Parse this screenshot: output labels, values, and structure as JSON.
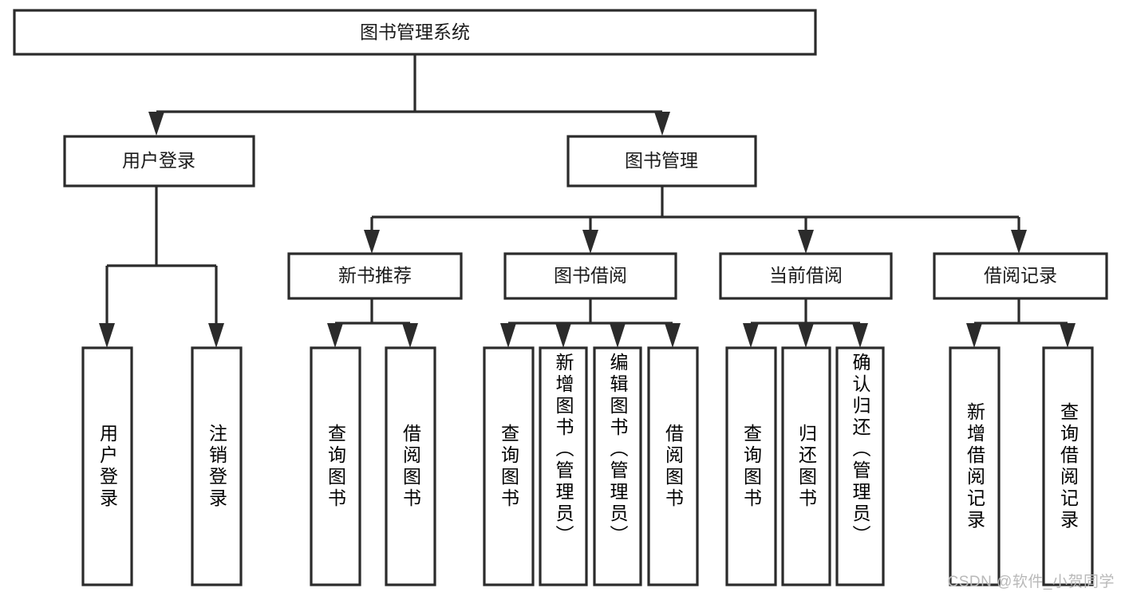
{
  "diagram": {
    "title": "图书管理系统",
    "type": "tree-hierarchy",
    "watermark": "CSDN @软件_小贺同学",
    "colors": {
      "stroke": "#2b2b2b",
      "node_fill": "#ffffff",
      "text": "#1a1a1a",
      "background": "#ffffff",
      "watermark": "#b9b9b9"
    },
    "levels": {
      "root": "图书管理系统",
      "level2": [
        "用户登录",
        "图书管理"
      ],
      "level3": [
        "新书推荐",
        "图书借阅",
        "当前借阅",
        "借阅记录"
      ]
    },
    "nodes": {
      "root": {
        "label": "图书管理系统",
        "orientation": "horizontal"
      },
      "user_login": {
        "label": "用户登录",
        "orientation": "horizontal"
      },
      "book_manage": {
        "label": "图书管理",
        "orientation": "horizontal"
      },
      "new_book_rec": {
        "label": "新书推荐",
        "orientation": "horizontal"
      },
      "book_borrow": {
        "label": "图书借阅",
        "orientation": "horizontal"
      },
      "current_borrow": {
        "label": "当前借阅",
        "orientation": "horizontal"
      },
      "borrow_record": {
        "label": "借阅记录",
        "orientation": "horizontal"
      },
      "leaf_user_login": {
        "label": "用户登录",
        "orientation": "vertical"
      },
      "leaf_logout": {
        "label": "注销登录",
        "orientation": "vertical"
      },
      "leaf_query_book_1": {
        "label": "查询图书",
        "orientation": "vertical"
      },
      "leaf_borrow_book_1": {
        "label": "借阅图书",
        "orientation": "vertical"
      },
      "leaf_query_book_2": {
        "label": "查询图书",
        "orientation": "vertical"
      },
      "leaf_add_book": {
        "label": "新增图书（管理员）",
        "orientation": "vertical"
      },
      "leaf_edit_book": {
        "label": "编辑图书（管理员）",
        "orientation": "vertical"
      },
      "leaf_borrow_book_2": {
        "label": "借阅图书",
        "orientation": "vertical"
      },
      "leaf_query_book_3": {
        "label": "查询图书",
        "orientation": "vertical"
      },
      "leaf_return_book": {
        "label": "归还图书",
        "orientation": "vertical"
      },
      "leaf_confirm_return": {
        "label": "确认归还（管理员）",
        "orientation": "vertical"
      },
      "leaf_add_record": {
        "label": "新增借阅记录",
        "orientation": "vertical"
      },
      "leaf_query_record": {
        "label": "查询借阅记录",
        "orientation": "vertical"
      }
    },
    "edges": [
      {
        "from": "图书管理系统",
        "to": "用户登录"
      },
      {
        "from": "图书管理系统",
        "to": "图书管理"
      },
      {
        "from": "用户登录",
        "to": "用户登录"
      },
      {
        "from": "用户登录",
        "to": "注销登录"
      },
      {
        "from": "图书管理",
        "to": "新书推荐"
      },
      {
        "from": "图书管理",
        "to": "图书借阅"
      },
      {
        "from": "图书管理",
        "to": "当前借阅"
      },
      {
        "from": "图书管理",
        "to": "借阅记录"
      },
      {
        "from": "新书推荐",
        "to": "查询图书"
      },
      {
        "from": "新书推荐",
        "to": "借阅图书"
      },
      {
        "from": "图书借阅",
        "to": "查询图书"
      },
      {
        "from": "图书借阅",
        "to": "新增图书（管理员）"
      },
      {
        "from": "图书借阅",
        "to": "编辑图书（管理员）"
      },
      {
        "from": "图书借阅",
        "to": "借阅图书"
      },
      {
        "from": "当前借阅",
        "to": "查询图书"
      },
      {
        "from": "当前借阅",
        "to": "归还图书"
      },
      {
        "from": "当前借阅",
        "to": "确认归还（管理员）"
      },
      {
        "from": "借阅记录",
        "to": "新增借阅记录"
      },
      {
        "from": "借阅记录",
        "to": "查询借阅记录"
      }
    ]
  }
}
